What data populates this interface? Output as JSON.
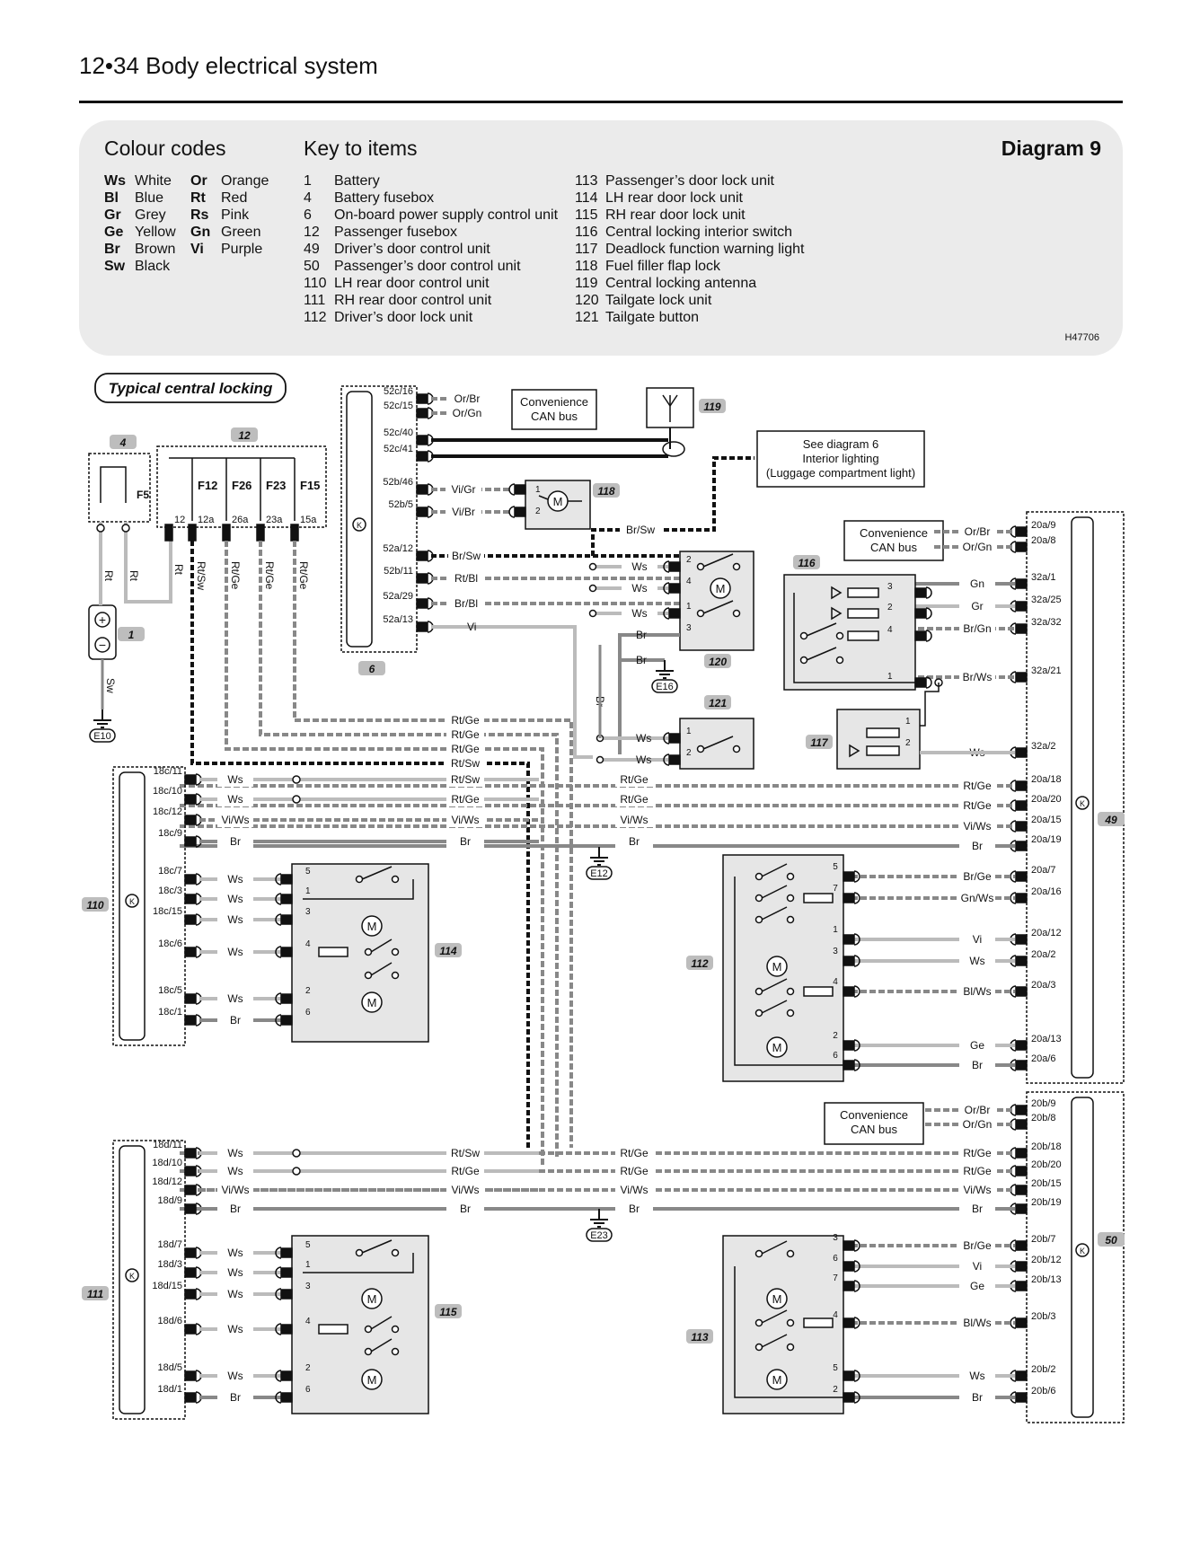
{
  "page": {
    "header": "12•34  Body electrical system",
    "diagram_title": "Diagram 9",
    "colour_codes_heading": "Colour codes",
    "key_heading": "Key to items",
    "ref": "H47706",
    "subtitle": "Typical central locking"
  },
  "colour_codes": [
    {
      "code": "Ws",
      "name": "White"
    },
    {
      "code": "Or",
      "name": "Orange"
    },
    {
      "code": "Bl",
      "name": "Blue"
    },
    {
      "code": "Rt",
      "name": "Red"
    },
    {
      "code": "Gr",
      "name": "Grey"
    },
    {
      "code": "Rs",
      "name": "Pink"
    },
    {
      "code": "Ge",
      "name": "Yellow"
    },
    {
      "code": "Gn",
      "name": "Green"
    },
    {
      "code": "Br",
      "name": "Brown"
    },
    {
      "code": "Vi",
      "name": "Purple"
    },
    {
      "code": "Sw",
      "name": "Black"
    }
  ],
  "key_left": [
    {
      "no": "1",
      "label": "Battery"
    },
    {
      "no": "4",
      "label": "Battery fusebox"
    },
    {
      "no": "6",
      "label": "On-board power supply control unit"
    },
    {
      "no": "12",
      "label": "Passenger fusebox"
    },
    {
      "no": "49",
      "label": "Driver’s door control unit"
    },
    {
      "no": "50",
      "label": "Passenger’s door control unit"
    },
    {
      "no": "110",
      "label": "LH rear door control unit"
    },
    {
      "no": "111",
      "label": "RH rear door control unit"
    },
    {
      "no": "112",
      "label": "Driver’s door lock unit"
    }
  ],
  "key_right": [
    {
      "no": "113",
      "label": "Passenger’s door lock unit"
    },
    {
      "no": "114",
      "label": "LH rear door lock unit"
    },
    {
      "no": "115",
      "label": "RH rear door lock unit"
    },
    {
      "no": "116",
      "label": "Central locking interior switch"
    },
    {
      "no": "117",
      "label": "Deadlock function warning light"
    },
    {
      "no": "118",
      "label": "Fuel filler flap lock"
    },
    {
      "no": "119",
      "label": "Central locking antenna"
    },
    {
      "no": "120",
      "label": "Tailgate lock unit"
    },
    {
      "no": "121",
      "label": "Tailgate button"
    }
  ],
  "diagram": {
    "colors": {
      "ink": "#111111",
      "grey": "#888888",
      "light": "#bbbbbb",
      "box": "#e6e6e6",
      "tag": "#bdbdbd"
    },
    "tags": {
      "t4": "4",
      "t12": "12",
      "t1": "1",
      "t6": "6",
      "t119": "119",
      "t118": "118",
      "t116": "116",
      "t120": "120",
      "t121": "121",
      "t117": "117",
      "t49": "49",
      "t110": "110",
      "t114": "114",
      "t112": "112",
      "t111": "111",
      "t115": "115",
      "t50": "50",
      "t113": "113"
    },
    "fuses": {
      "f5": "F5",
      "f12": "F12",
      "f26": "F26",
      "f23": "F23",
      "f15": "F15",
      "n12a": "12",
      "n12b": "12a",
      "n26a": "26a",
      "n23a": "23a",
      "n15a": "15a"
    },
    "grounds": {
      "e10": "E10",
      "e12": "E12",
      "e16": "E16",
      "e23": "E23"
    },
    "boxes": {
      "can1": [
        "Convenience",
        "CAN bus"
      ],
      "can2": [
        "Convenience",
        "CAN bus"
      ],
      "can3": [
        "Convenience",
        "CAN bus"
      ],
      "see": [
        "See diagram 6",
        "Interior lighting",
        "(Luggage compartment light)"
      ]
    },
    "u6_pins": [
      "52c/16",
      "52c/15",
      "52c/40",
      "52c/41",
      "52b/46",
      "52b/5",
      "52a/12",
      "52b/11",
      "52a/29",
      "52a/13"
    ],
    "u6_wires": [
      "Or/Br",
      "Or/Gn",
      "Vi/Gr",
      "Vi/Br",
      "Br/Sw",
      "Rt/Bl",
      "Br/Bl",
      "Vi"
    ],
    "u49_pins": [
      "20a/9",
      "20a/8",
      "32a/1",
      "32a/25",
      "32a/32",
      "32a/21",
      "32a/2",
      "20a/18",
      "20a/20",
      "20a/15",
      "20a/19",
      "20a/7",
      "20a/16",
      "20a/12",
      "20a/2",
      "20a/3",
      "20a/13",
      "20a/6"
    ],
    "u49_wires": [
      "Or/Br",
      "Or/Gn",
      "Gn",
      "Gr",
      "Br/Gn",
      "Br/Ws",
      "Ws",
      "Rt/Ge",
      "Rt/Ge",
      "Vi/Ws",
      "Br",
      "Br/Ge",
      "Gn/Ws",
      "Vi",
      "Ws",
      "Bl/Ws",
      "Ge",
      "Br"
    ],
    "u50_pins": [
      "20b/9",
      "20b/8",
      "20b/18",
      "20b/20",
      "20b/15",
      "20b/19",
      "20b/7",
      "20b/12",
      "20b/13",
      "20b/3",
      "20b/2",
      "20b/6"
    ],
    "u50_wires": [
      "Or/Br",
      "Or/Gn",
      "Rt/Ge",
      "Rt/Ge",
      "Vi/Ws",
      "Br",
      "Br/Ge",
      "Vi",
      "Ge",
      "Bl/Ws",
      "Ws",
      "Br"
    ],
    "u110_pins": [
      "18c/11",
      "18c/10",
      "18c/12",
      "18c/9",
      "18c/7",
      "18c/3",
      "18c/15",
      "18c/6",
      "18c/5",
      "18c/1"
    ],
    "u110_wires": [
      "Ws",
      "Ws",
      "Vi/Ws",
      "Br",
      "Ws",
      "Ws",
      "Ws",
      "Ws",
      "Ws",
      "Br"
    ],
    "u111_pins": [
      "18d/11",
      "18d/10",
      "18d/12",
      "18d/9",
      "18d/7",
      "18d/3",
      "18d/15",
      "18d/6",
      "18d/5",
      "18d/1"
    ],
    "u111_wires": [
      "Ws",
      "Ws",
      "Vi/Ws",
      "Br",
      "Ws",
      "Ws",
      "Ws",
      "Ws",
      "Ws",
      "Br"
    ],
    "bus_labels": [
      "Rt/Ge",
      "Rt/Ge",
      "Rt/Ge",
      "Rt/Sw",
      "Rt/Sw",
      "Rt/Ge",
      "Vi/Ws",
      "Br",
      "Rt/Ge",
      "Rt/Ge",
      "Vi/Ws",
      "Br",
      "Rt/Sw",
      "Rt/Ge",
      "Vi/Ws",
      "Br",
      "Rt/Ge",
      "Rt/Ge",
      "Vi/Ws",
      "Br"
    ],
    "misc_wires": {
      "rt1": "Rt",
      "rt2": "Rt",
      "rt3": "Rt",
      "sw": "Sw",
      "rtsw": "Rt/Sw",
      "rtge1": "Rt/Ge",
      "rtge2": "Rt/Ge",
      "rtge3": "Rt/Ge",
      "brsw": "Br/Sw",
      "br_v": "Br"
    },
    "u120_left": [
      "Ws",
      "Ws",
      "Ws",
      "Br",
      "Br"
    ],
    "u121_left": [
      "Ws",
      "Ws"
    ],
    "pins": {
      "p118": [
        "1",
        "2"
      ],
      "p120": [
        "2",
        "4",
        "1",
        "3"
      ],
      "p121": [
        "1",
        "2"
      ],
      "p116": [
        "3",
        "2",
        "4",
        "1"
      ],
      "p117": [
        "1",
        "2"
      ],
      "p114": [
        "5",
        "1",
        "3",
        "4",
        "2",
        "6"
      ],
      "p115": [
        "5",
        "1",
        "3",
        "4",
        "2",
        "6"
      ],
      "p112": [
        "5",
        "7",
        "1",
        "3",
        "4",
        "2",
        "6"
      ],
      "p113": [
        "3",
        "6",
        "7",
        "4",
        "5",
        "2"
      ]
    },
    "motor": "M",
    "k": "K",
    "plus": "+",
    "minus": "−"
  }
}
